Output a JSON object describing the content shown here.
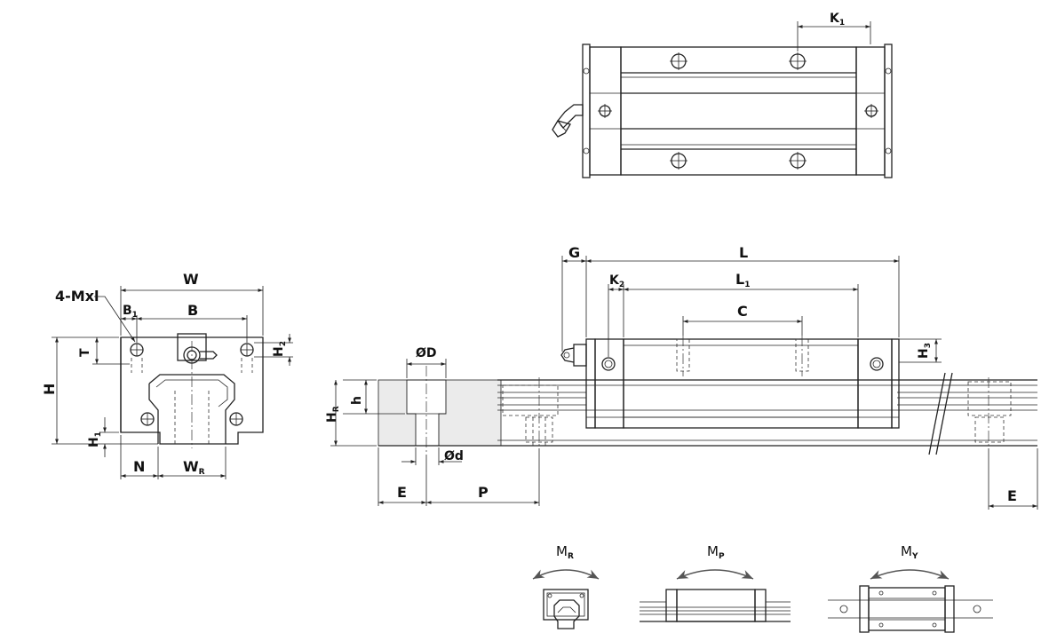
{
  "labels": {
    "K1": {
      "main": "K",
      "sub": "1"
    },
    "W": "W",
    "mxl": "4-Mxl",
    "B1": {
      "main": "B",
      "sub": "1"
    },
    "B": "B",
    "T": "T",
    "H2": {
      "main": "H",
      "sub": "2"
    },
    "H": "H",
    "H1": {
      "main": "H",
      "sub": "1"
    },
    "N": "N",
    "WR": {
      "main": "W",
      "sub": "R"
    },
    "G": "G",
    "L": "L",
    "K2": {
      "main": "K",
      "sub": "2"
    },
    "L1": {
      "main": "L",
      "sub": "1"
    },
    "C": "C",
    "H3": {
      "main": "H",
      "sub": "3"
    },
    "OD": "ØD",
    "h": "h",
    "HR": {
      "main": "H",
      "sub": "R"
    },
    "od": "Ød",
    "E_left": "E",
    "P": "P",
    "E_right": "E"
  },
  "moments": {
    "MR": {
      "main": "M",
      "sub": "R"
    },
    "MP": {
      "main": "M",
      "sub": "P"
    },
    "MY": {
      "main": "M",
      "sub": "Y"
    }
  }
}
